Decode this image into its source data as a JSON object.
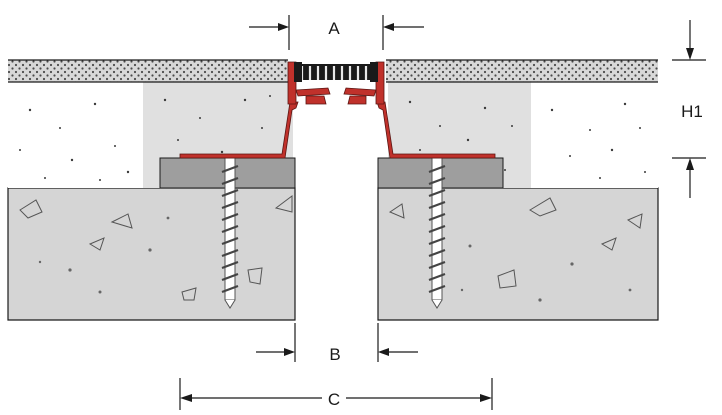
{
  "labels": {
    "a": "A",
    "b": "B",
    "c": "C",
    "h1": "H1"
  },
  "colors": {
    "profile_red": "#c0312b",
    "concrete_base": "#d5d5d5",
    "screed_light": "#e0e0e0",
    "surface_layer": "#d8d8d8",
    "bedding_pad": "#9e9e9e",
    "seal_black": "#1a1a1a",
    "line": "#1a1a1a"
  }
}
